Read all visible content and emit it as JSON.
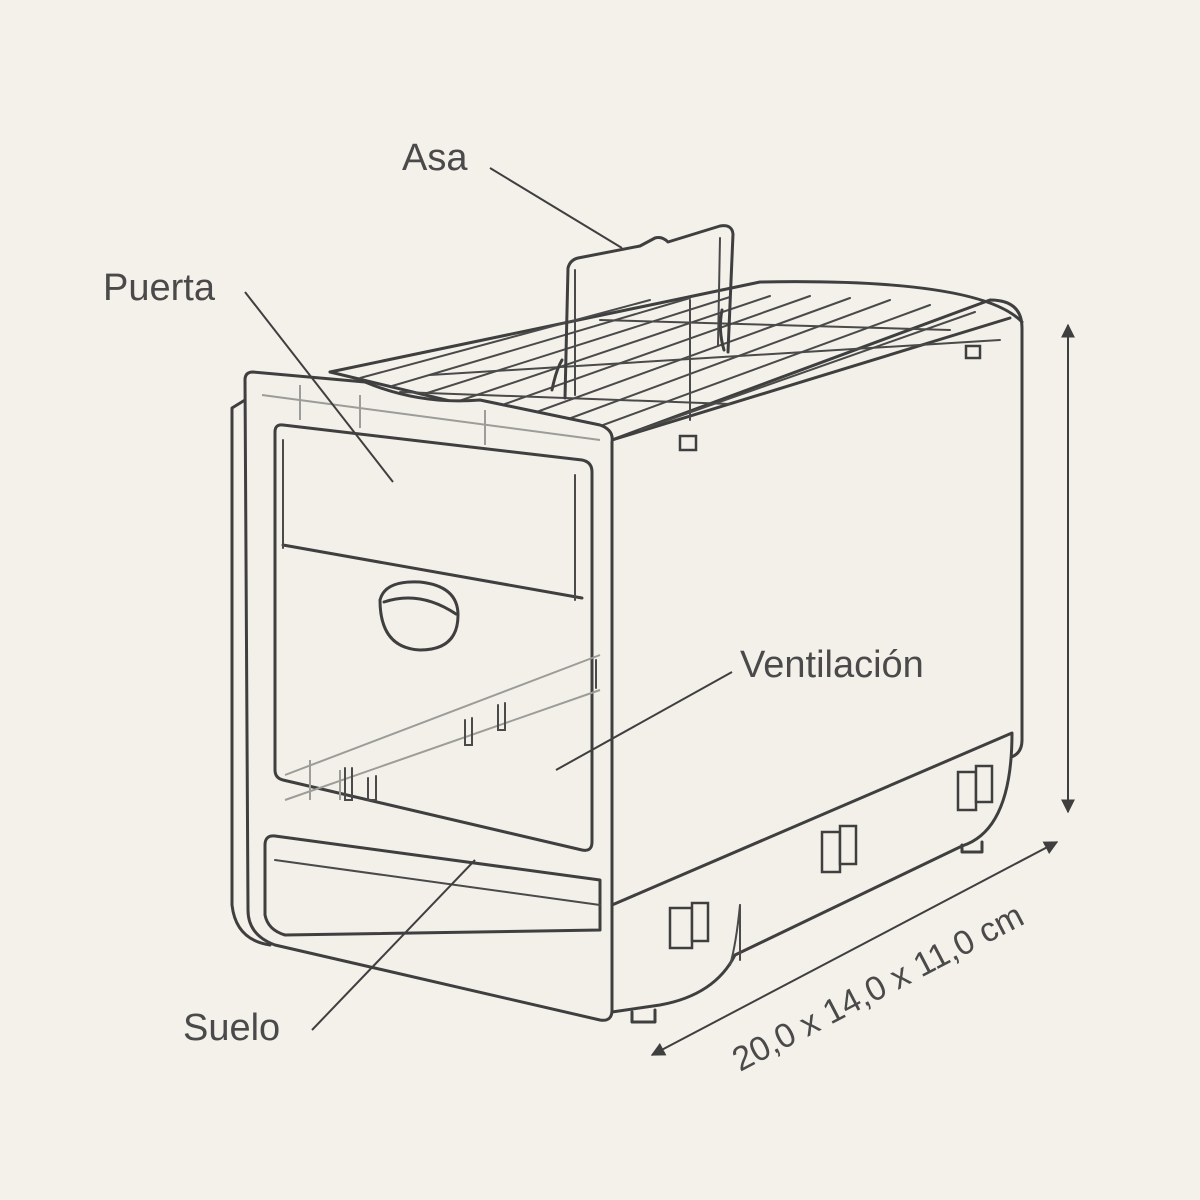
{
  "labels": {
    "handle": "Asa",
    "door": "Puerta",
    "ventilation": "Ventilación",
    "floor": "Suelo"
  },
  "dimensions": {
    "text": "20,0 x 14,0 x 11,0 cm"
  },
  "colors": {
    "background": "#f3f1ea",
    "line": "#3f3f3f",
    "text": "#4a4a4a"
  }
}
